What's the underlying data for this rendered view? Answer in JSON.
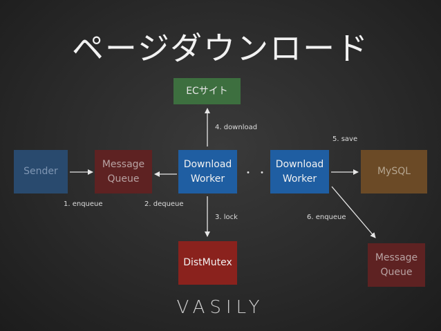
{
  "title": "ページダウンロード",
  "nodes": {
    "ec_site": "ECサイト",
    "sender": "Sender",
    "message_queue_1": "Message\nQueue",
    "download_worker_1": "Download\nWorker",
    "download_worker_2": "Download\nWorker",
    "mysql": "MySQL",
    "distmutex": "DistMutex",
    "message_queue_2": "Message\nQueue"
  },
  "ellipsis": "・・・",
  "edges": {
    "enqueue_1": "1. enqueue",
    "dequeue": "2. dequeue",
    "lock": "3. lock",
    "download": "4. download",
    "save": "5. save",
    "enqueue_6": "6. enqueue"
  },
  "logo": "VASILY",
  "colors": {
    "ec_site": "#3d6f3f",
    "sender": "#294a6e",
    "message_queue": "#5e2222",
    "download_worker": "#1f5ea2",
    "mysql": "#6b4a26",
    "distmutex": "#8a221d"
  }
}
